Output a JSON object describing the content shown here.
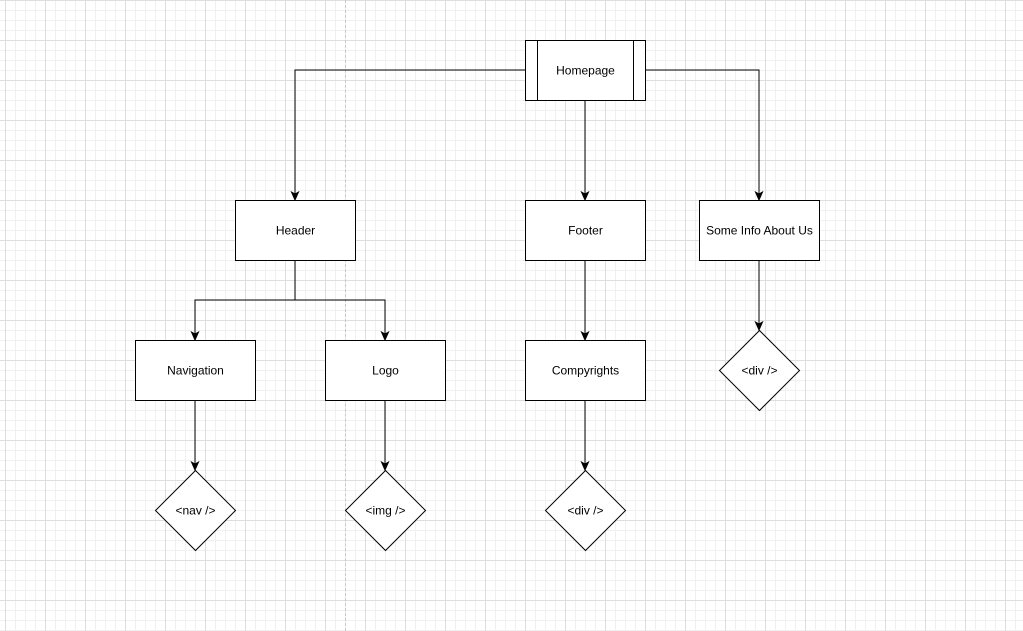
{
  "diagram": {
    "nodes": [
      {
        "id": "homepage",
        "label": "Homepage",
        "shape": "process"
      },
      {
        "id": "header",
        "label": "Header",
        "shape": "rect"
      },
      {
        "id": "footer",
        "label": "Footer",
        "shape": "rect"
      },
      {
        "id": "info",
        "label": "Some Info About Us",
        "shape": "rect"
      },
      {
        "id": "navigation",
        "label": "Navigation",
        "shape": "rect"
      },
      {
        "id": "logo",
        "label": "Logo",
        "shape": "rect"
      },
      {
        "id": "copyrights",
        "label": "Compyrights",
        "shape": "rect"
      },
      {
        "id": "info-div",
        "label": "<div />",
        "shape": "diamond"
      },
      {
        "id": "nav-tag",
        "label": "<nav />",
        "shape": "diamond"
      },
      {
        "id": "img-tag",
        "label": "<img />",
        "shape": "diamond"
      },
      {
        "id": "copy-div",
        "label": "<div />",
        "shape": "diamond"
      }
    ],
    "edges": [
      {
        "from": "homepage",
        "to": "header"
      },
      {
        "from": "homepage",
        "to": "footer"
      },
      {
        "from": "homepage",
        "to": "info"
      },
      {
        "from": "header",
        "to": "navigation"
      },
      {
        "from": "header",
        "to": "logo"
      },
      {
        "from": "footer",
        "to": "copyrights"
      },
      {
        "from": "info",
        "to": "info-div"
      },
      {
        "from": "navigation",
        "to": "nav-tag"
      },
      {
        "from": "logo",
        "to": "img-tag"
      },
      {
        "from": "copyrights",
        "to": "copy-div"
      }
    ]
  }
}
